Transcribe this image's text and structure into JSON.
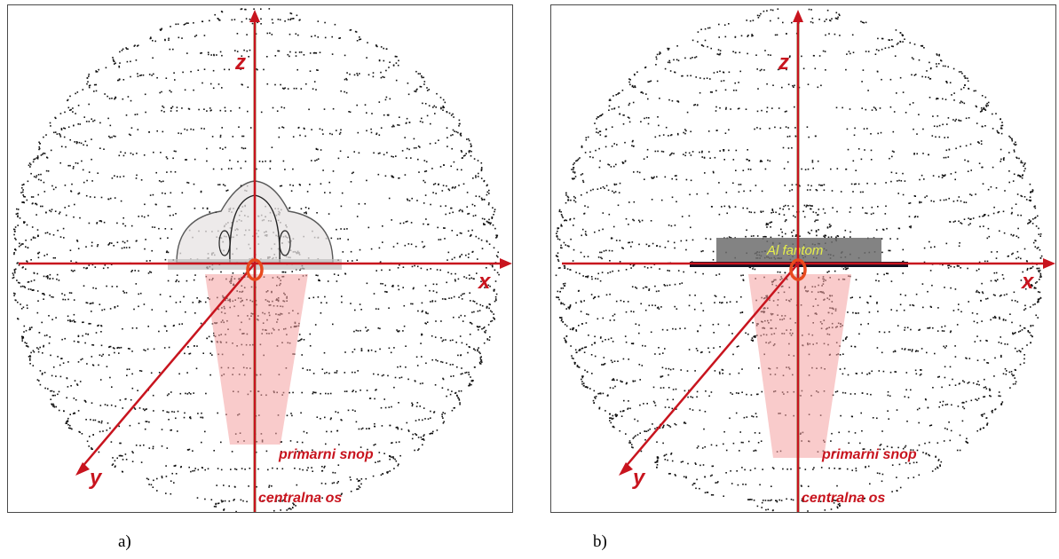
{
  "panels": [
    {
      "id": "a",
      "caption": "a)",
      "axis_labels": {
        "x": "x",
        "y": "y",
        "z": "z",
        "origin": "O"
      },
      "beam_label": "primarni snop",
      "axis_label": "centralna os",
      "object": "head-outline"
    },
    {
      "id": "b",
      "caption": "b)",
      "axis_labels": {
        "x": "x",
        "y": "y",
        "z": "z",
        "origin": "O"
      },
      "beam_label": "primarni snop",
      "axis_label": "centralna os",
      "object": "phantom-block",
      "phantom_label": "Al fantom"
    }
  ],
  "colors": {
    "axis": "#c8141e",
    "central_axis": "#5cb85c",
    "beam_fill": "#f4a0a0",
    "phantom_label": "#e8f04a",
    "dots": "#111111"
  }
}
